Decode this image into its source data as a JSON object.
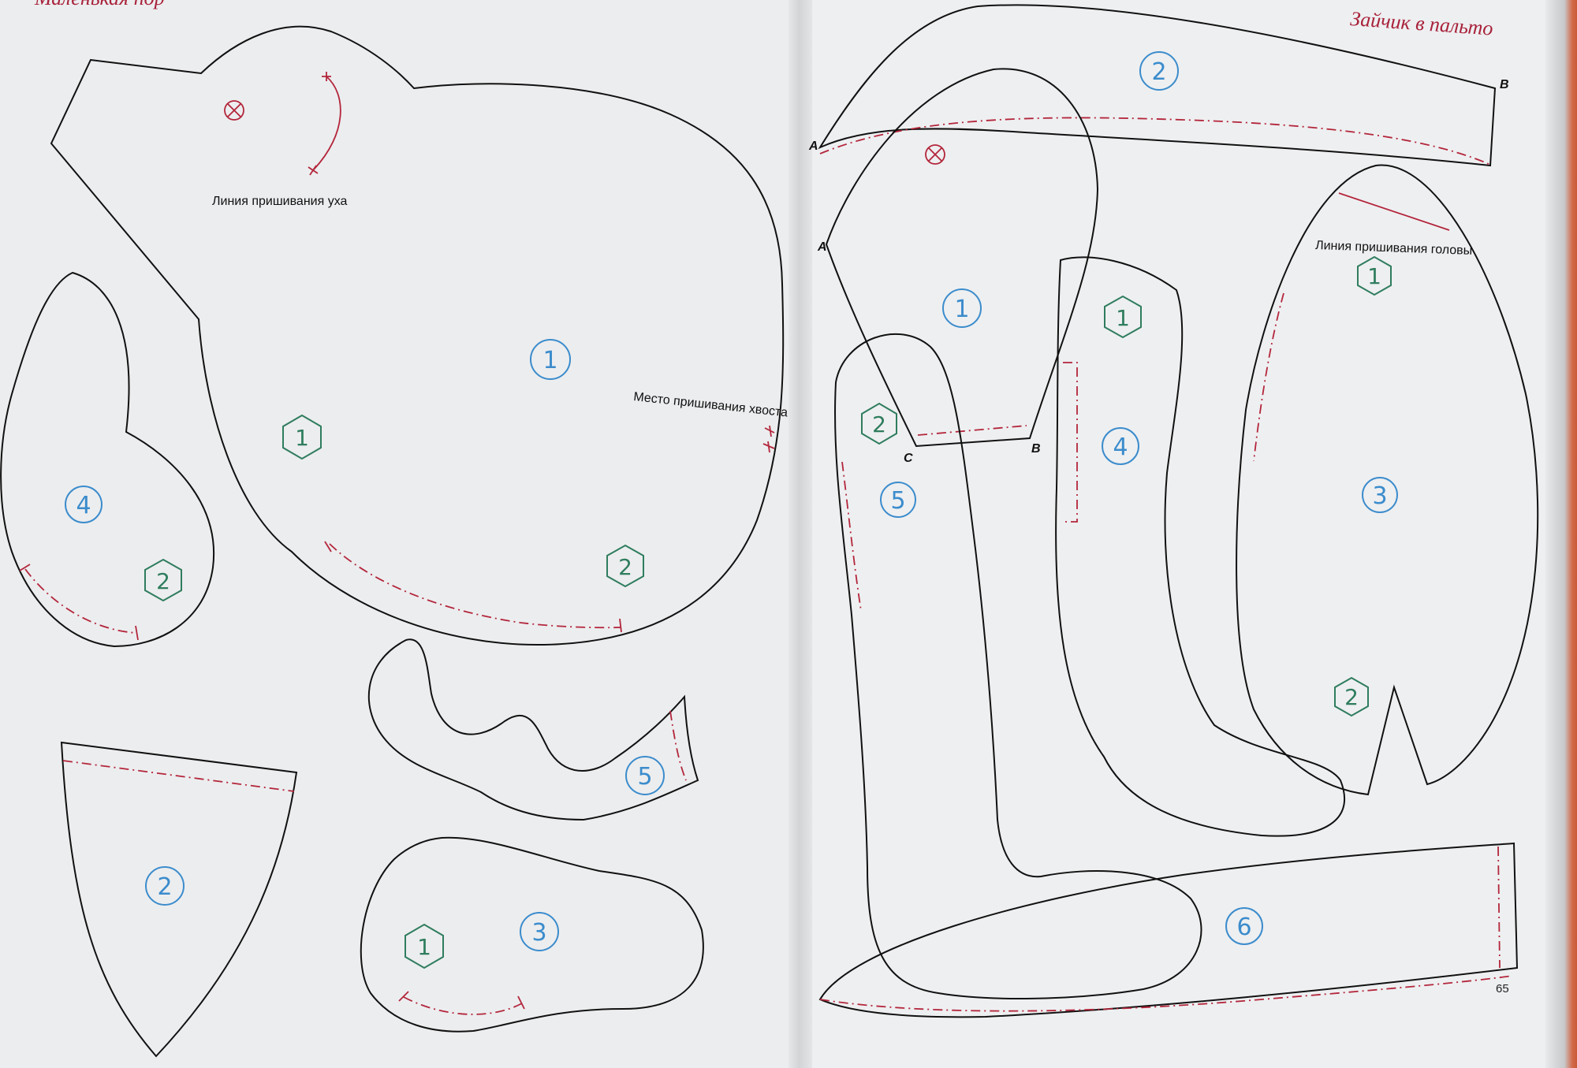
{
  "header": {
    "left_title": "Маленькая пор",
    "right_title": "Зайчик в пальто"
  },
  "labels": {
    "ear_line": "Линия пришивания уха",
    "tail_place": "Место пришивания хвоста",
    "head_line": "Линия пришивания головы"
  },
  "points": {
    "a1": "A",
    "a2": "A",
    "b1": "B",
    "b2": "B",
    "c": "C"
  },
  "piece_numbers": {
    "left_body": "1",
    "left_body_hex": "1",
    "left_body_hex2": "2",
    "left_ear": "4",
    "left_ear_hex": "2",
    "left_gusset": "2",
    "left_tail": "5",
    "left_sole": "3",
    "left_sole_hex": "1",
    "right_collar": "2",
    "right_coat": "1",
    "right_coat_hex": "1",
    "right_sleeve": "5",
    "right_sleeve_hex": "2",
    "right_ear": "4",
    "right_back": "3",
    "right_back_hex": "1",
    "right_back_hex2": "2",
    "right_belt": "6"
  },
  "page_number": "65",
  "colors": {
    "outline": "#111111",
    "seam": "#b3263b",
    "circle_number": "#3b8ccc",
    "hexagon_number": "#2f7d5e",
    "header": "#a8223a"
  }
}
